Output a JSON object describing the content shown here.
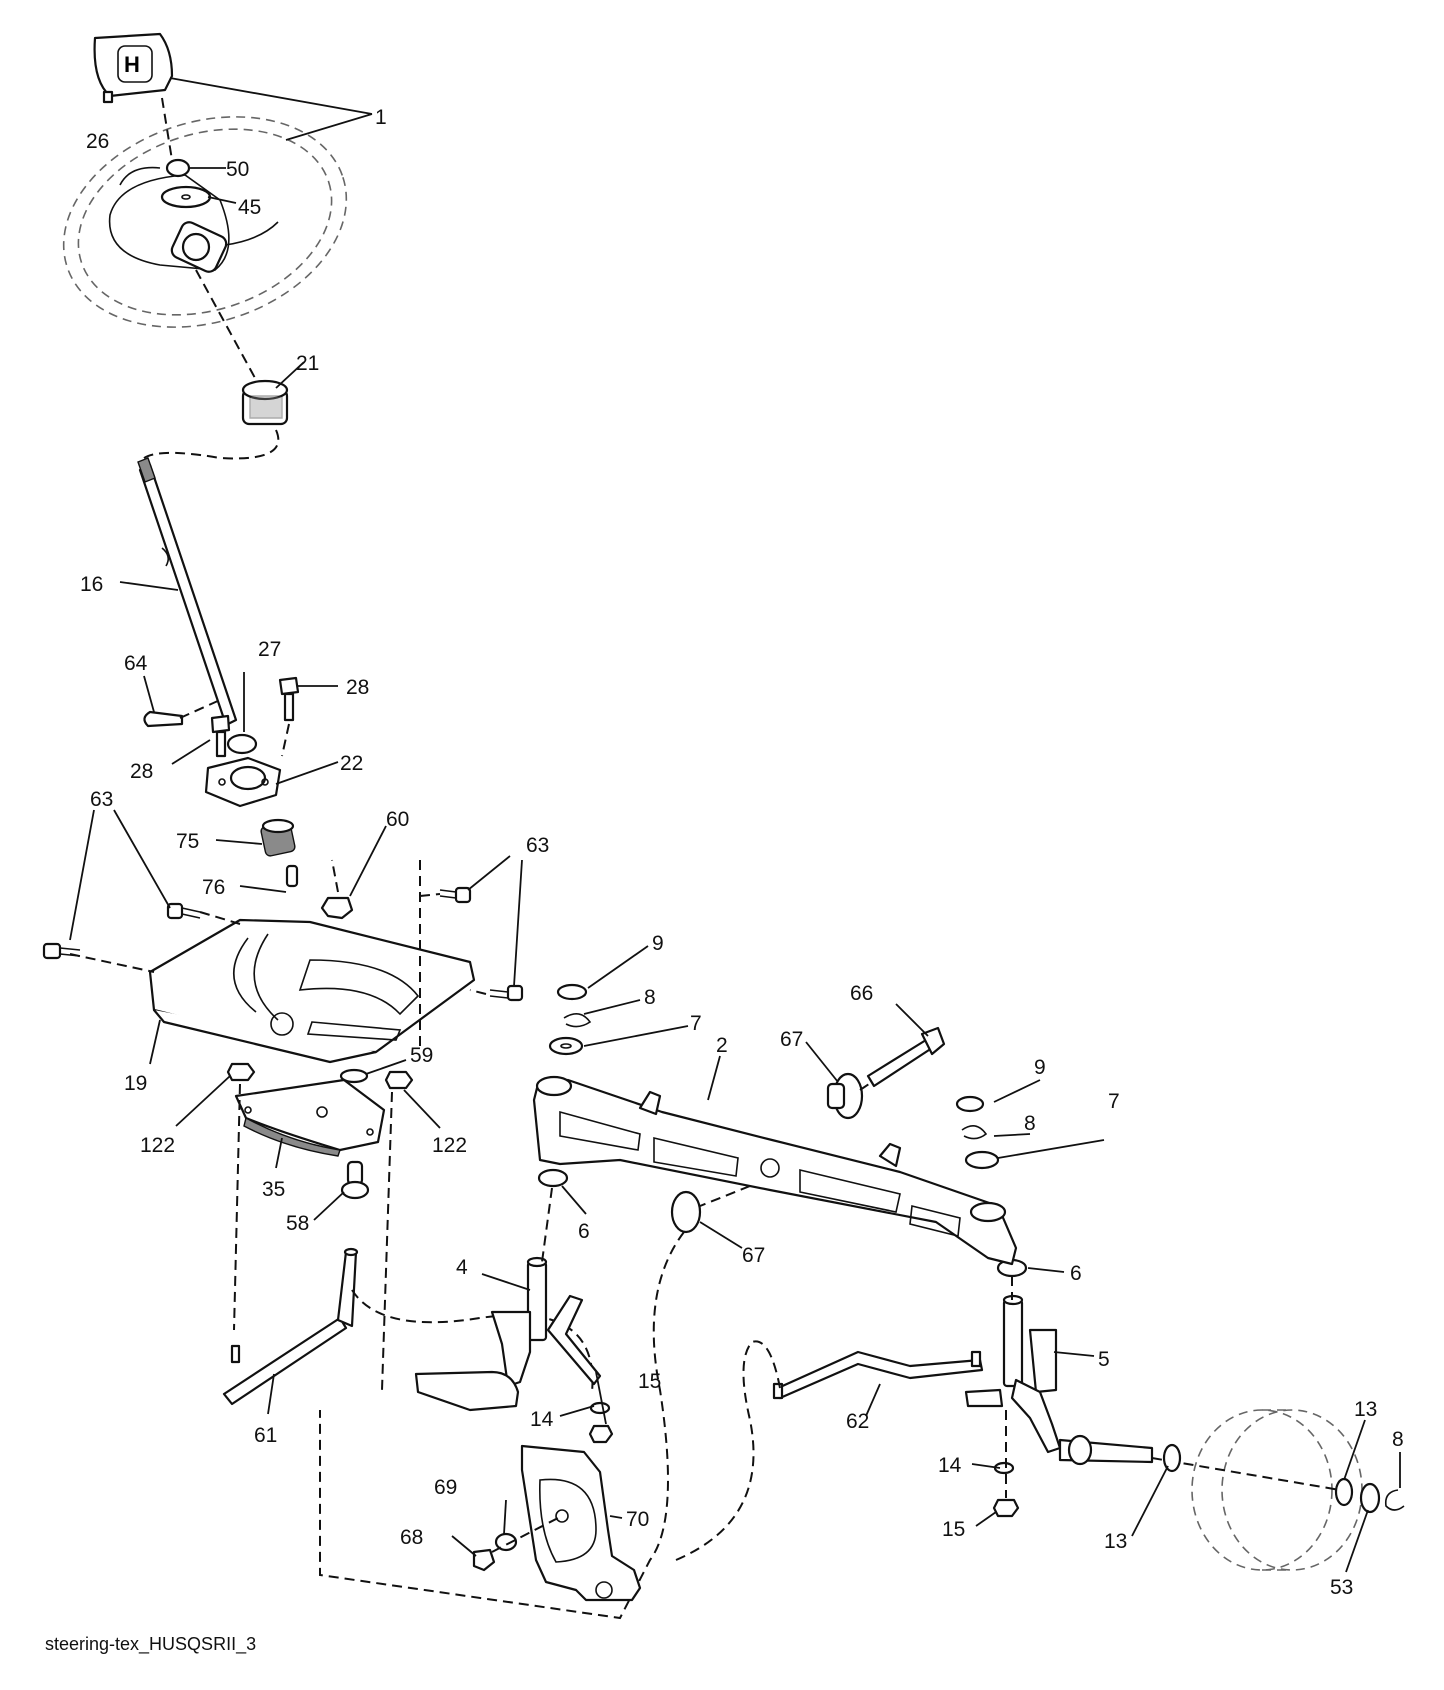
{
  "caption": "steering-tex_HUSQSRII_3",
  "callouts": [
    "1",
    "26",
    "50",
    "45",
    "21",
    "16",
    "64",
    "27",
    "28",
    "28",
    "22",
    "63",
    "75",
    "60",
    "76",
    "63",
    "9",
    "8",
    "7",
    "66",
    "67",
    "2",
    "9",
    "8",
    "7",
    "19",
    "59",
    "122",
    "122",
    "35",
    "58",
    "6",
    "67",
    "4",
    "6",
    "5",
    "15",
    "14",
    "61",
    "62",
    "14",
    "13",
    "8",
    "15",
    "13",
    "53",
    "69",
    "70",
    "68"
  ],
  "logo_text": "H"
}
